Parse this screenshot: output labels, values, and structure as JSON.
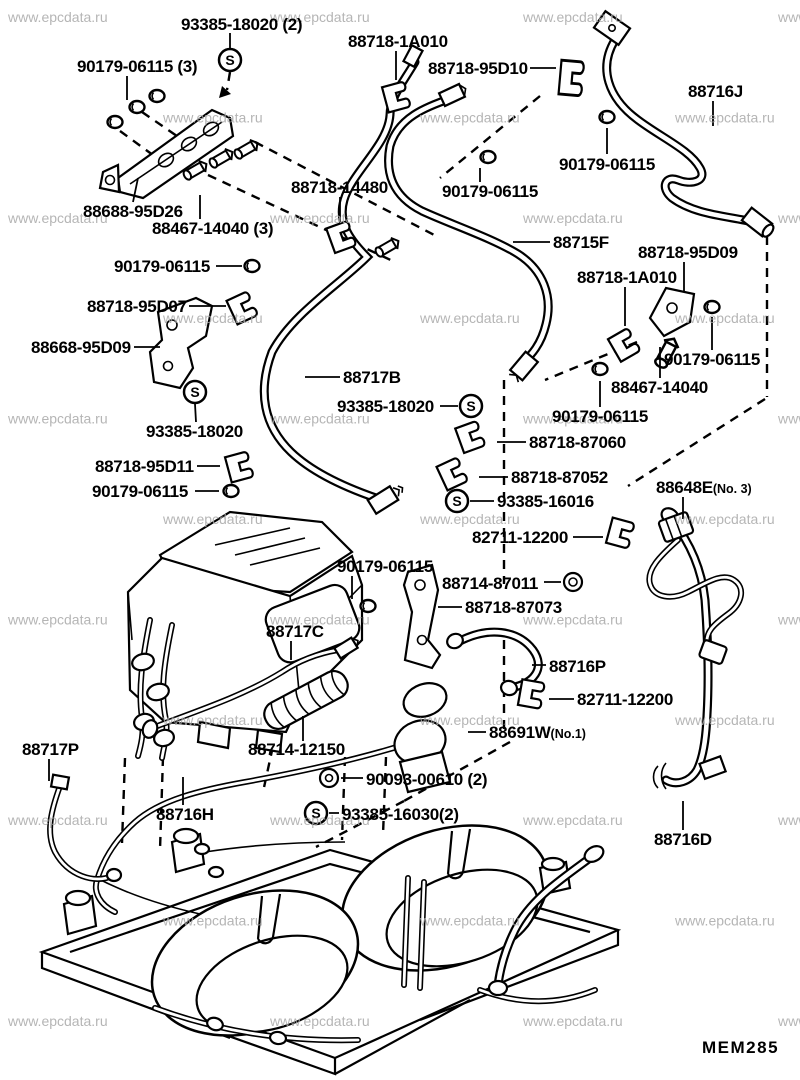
{
  "page": {
    "background": "#ffffff",
    "line_color": "#000000"
  },
  "watermark": {
    "text": "www.epcdata.ru",
    "color": "#a9a9a9"
  },
  "diagram": {
    "code": "MEM285",
    "screw_symbol": "S"
  },
  "labels": [
    {
      "text": "93385-18020 (2)"
    },
    {
      "text": "90179-06115 (3)"
    },
    {
      "text": "88718-1A010"
    },
    {
      "text": "88718-95D10"
    },
    {
      "text": "88716J"
    },
    {
      "text": "90179-06115"
    },
    {
      "text": "88718-14480"
    },
    {
      "text": "90179-06115"
    },
    {
      "text": "88688-95D26"
    },
    {
      "text": "88467-14040 (3)"
    },
    {
      "text": "88715F"
    },
    {
      "text": "88718-95D09"
    },
    {
      "text": "90179-06115"
    },
    {
      "text": "88718-1A010"
    },
    {
      "text": "88718-95D07"
    },
    {
      "text": "90179-06115"
    },
    {
      "text": "88668-95D09"
    },
    {
      "text": "88467-14040"
    },
    {
      "text": "88717B"
    },
    {
      "text": "90179-06115"
    },
    {
      "text": "93385-18020"
    },
    {
      "text": "88718-87060"
    },
    {
      "text": "93385-18020"
    },
    {
      "text": "88718-95D11"
    },
    {
      "text": "88718-87052"
    },
    {
      "text": "90179-06115"
    },
    {
      "text": "93385-16016"
    },
    {
      "text": "88648E",
      "suffix": "(No. 3)"
    },
    {
      "text": "82711-12200"
    },
    {
      "text": "90179-06115"
    },
    {
      "text": "88714-87011"
    },
    {
      "text": "88718-87073"
    },
    {
      "text": "88717C"
    },
    {
      "text": "88716P"
    },
    {
      "text": "82711-12200"
    },
    {
      "text": "88691W",
      "suffix": "(No.1)"
    },
    {
      "text": "88717P"
    },
    {
      "text": "88714-12150"
    },
    {
      "text": "90093-00610 (2)"
    },
    {
      "text": "93385-16030(2)"
    },
    {
      "text": "88716H"
    },
    {
      "text": "88716D"
    }
  ]
}
